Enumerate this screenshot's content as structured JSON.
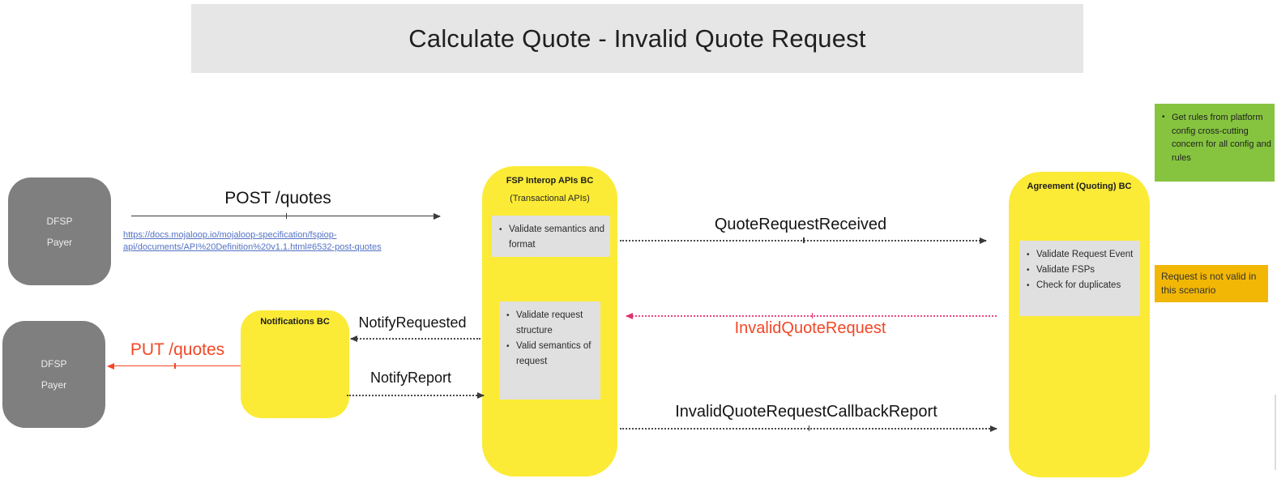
{
  "title": "Calculate Quote - Invalid Quote Request",
  "actors": {
    "payer_top": {
      "line1": "DFSP",
      "line2": "Payer"
    },
    "payer_bottom": {
      "line1": "DFSP",
      "line2": "Payer"
    }
  },
  "components": {
    "notifications": {
      "title": "Notifications BC"
    },
    "fsp_interop": {
      "title": "FSP Interop APIs BC",
      "subtitle": "(Transactional APIs)",
      "panel1_items": [
        "Validate semantics and format"
      ],
      "panel2_items": [
        "Validate request structure",
        "Valid semantics of request"
      ]
    },
    "agreement": {
      "title": "Agreement (Quoting) BC",
      "panel_items": [
        "Validate Request Event",
        "Validate FSPs",
        "Check for duplicates"
      ]
    }
  },
  "notes": {
    "green": {
      "items": [
        "Get rules from platform config cross-cutting concern for all config and rules"
      ]
    },
    "amber": {
      "text": "Request is not valid in this scenario"
    }
  },
  "messages": {
    "post_quotes": "POST /quotes",
    "put_quotes": "PUT /quotes",
    "notify_requested": "NotifyRequested",
    "notify_report": "NotifyReport",
    "quote_request_received": "QuoteRequestReceived",
    "invalid_quote_request": "InvalidQuoteRequest",
    "invalid_quote_request_callback_report": "InvalidQuoteRequestCallbackReport"
  },
  "link": {
    "line1": "https://docs.mojaloop.io/mojaloop-specification/fspiop-",
    "line2": "api/documents/API%20Definition%20v1.1.html#6532-post-quotes"
  },
  "colors": {
    "component_yellow": "#fbeb36",
    "note_green": "#86c440",
    "note_amber": "#f2b705",
    "actor_gray": "#7f7f7f",
    "panel_gray": "#e0e0e0",
    "title_bar_gray": "#e6e6e6",
    "error_red": "#f24726",
    "event_pink": "#e8497f",
    "link_blue": "#5472c4"
  }
}
